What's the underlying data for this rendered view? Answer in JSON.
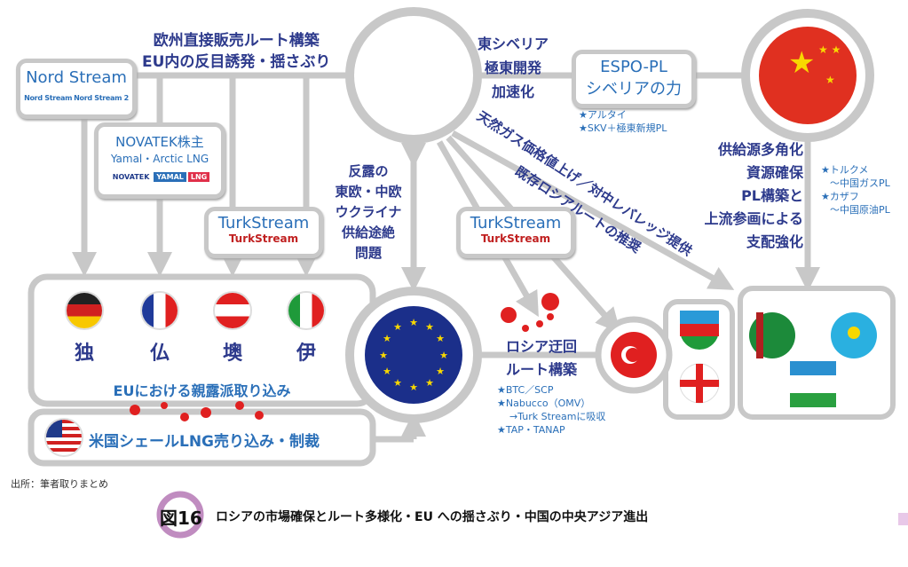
{
  "top_label": [
    "欧州直接販売ルート構築",
    "EU内の反目誘発・揺さぶり"
  ],
  "nord_stream": {
    "title": "Nord Stream",
    "logo1": "Nord Stream",
    "logo2": "Nord Stream 2"
  },
  "novatek": {
    "title": "NOVATEK株主",
    "subtitle": "Yamal・Arctic LNG",
    "logo1": "NOVATEK",
    "logo2a": "YAMAL",
    "logo2b": "LNG"
  },
  "turkstream_left": {
    "title": "TurkStream",
    "logo": "TurkStream"
  },
  "turkstream_mid": {
    "title": "TurkStream",
    "logo": "TurkStream"
  },
  "east_label": [
    "東シベリア",
    "極東開発",
    "加速化"
  ],
  "espo": {
    "line1": "ESPO-PL",
    "line2": "シベリアの力"
  },
  "espo_notes": [
    "★アルタイ",
    "★SKV＋極東新規PL"
  ],
  "diag1": "天然ガス価格値上げ／対中レバレッジ提供",
  "diag2": "既存ロシアルートの推奨",
  "china_label": [
    "供給源多角化",
    "資源確保",
    "PL構築と",
    "上流参画による",
    "支配強化"
  ],
  "china_notes": [
    "★トルクメ",
    "～中国ガスPL",
    "★カザフ",
    "～中国原油PL"
  ],
  "anti_russia": [
    "反露の",
    "東欧・中欧",
    "ウクライナ",
    "供給途絶",
    "問題"
  ],
  "countries": [
    "独",
    "仏",
    "墺",
    "伊"
  ],
  "eu_label": "EUにおける親露派取り込み",
  "us_label": "米国シェールLNG売り込み・制裁",
  "bypass": [
    "ロシア迂回",
    "ルート構築"
  ],
  "bypass_notes": [
    "★BTC／SCP",
    "★Nabucco（OMV）",
    "→Turk Streamに吸収",
    "★TAP・TANAP"
  ],
  "source": "出所：筆者取りまとめ",
  "caption_num": "図16",
  "caption": "ロシアの市場確保とルート多様化・EU への揺さぶり・中国の中央アジア進出",
  "colors": {
    "line": "#c8c8c8",
    "text": "#2d3a8c",
    "accent": "#2a6fb8",
    "caption_ring": "#c08cc0"
  }
}
